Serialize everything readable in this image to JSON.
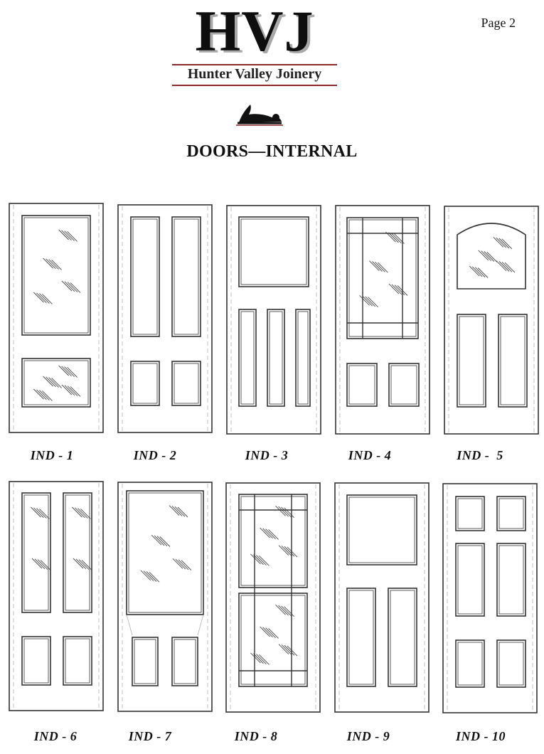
{
  "header": {
    "logo": "HVJ",
    "company": "Hunter Valley Joinery",
    "page": "Page 2",
    "title": "DOORS—INTERNAL"
  },
  "logo_icon": "block-plane-icon",
  "doors": [
    {
      "label": "IND - 1"
    },
    {
      "label": "IND - 2"
    },
    {
      "label": "IND - 3"
    },
    {
      "label": "IND - 4"
    },
    {
      "label": "IND -  5"
    },
    {
      "label": "IND - 6"
    },
    {
      "label": "IND - 7"
    },
    {
      "label": "IND - 8"
    },
    {
      "label": "IND - 9"
    },
    {
      "label": "IND - 10"
    }
  ]
}
